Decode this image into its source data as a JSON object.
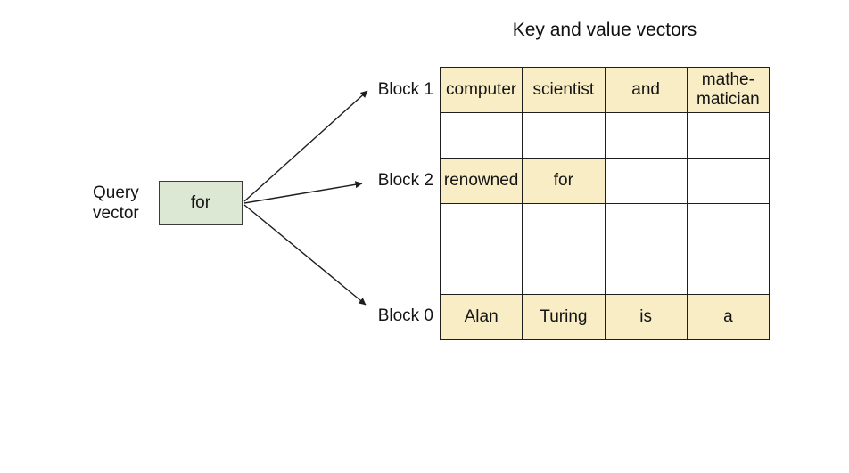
{
  "title": "Key and value vectors",
  "query": {
    "label": "Query\nvector",
    "box_text": "for"
  },
  "block_labels": {
    "block1": "Block 1",
    "block2": "Block 2",
    "block0": "Block 0"
  },
  "table": {
    "rows": [
      {
        "cells": [
          {
            "text": "computer",
            "highlight": true
          },
          {
            "text": "scientist",
            "highlight": true
          },
          {
            "text": "and",
            "highlight": true
          },
          {
            "text": "mathe-\nmatician",
            "highlight": true
          }
        ]
      },
      {
        "cells": [
          {
            "text": "",
            "highlight": false
          },
          {
            "text": "",
            "highlight": false
          },
          {
            "text": "",
            "highlight": false
          },
          {
            "text": "",
            "highlight": false
          }
        ]
      },
      {
        "cells": [
          {
            "text": "renowned",
            "highlight": true
          },
          {
            "text": "for",
            "highlight": true
          },
          {
            "text": "",
            "highlight": false
          },
          {
            "text": "",
            "highlight": false
          }
        ]
      },
      {
        "cells": [
          {
            "text": "",
            "highlight": false
          },
          {
            "text": "",
            "highlight": false
          },
          {
            "text": "",
            "highlight": false
          },
          {
            "text": "",
            "highlight": false
          }
        ]
      },
      {
        "cells": [
          {
            "text": "",
            "highlight": false
          },
          {
            "text": "",
            "highlight": false
          },
          {
            "text": "",
            "highlight": false
          },
          {
            "text": "",
            "highlight": false
          }
        ]
      },
      {
        "cells": [
          {
            "text": "Alan",
            "highlight": true
          },
          {
            "text": "Turing",
            "highlight": true
          },
          {
            "text": "is",
            "highlight": true
          },
          {
            "text": "a",
            "highlight": true
          }
        ]
      }
    ]
  },
  "colors": {
    "highlight_fill": "#F8EDC4",
    "query_box_fill": "#DCE8D3",
    "line": "#1E1E1E"
  }
}
